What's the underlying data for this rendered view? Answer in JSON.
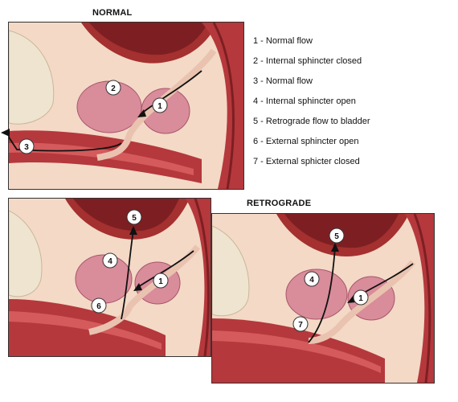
{
  "titles": {
    "normal": "NORMAL",
    "retrograde": "RETROGRADE"
  },
  "legend": [
    {
      "num": "1",
      "text": "Normal flow"
    },
    {
      "num": "2",
      "text": "Internal sphincter closed"
    },
    {
      "num": "3",
      "text": "Normal flow"
    },
    {
      "num": "4",
      "text": "Internal sphincter open"
    },
    {
      "num": "5",
      "text": "Retrograde flow to bladder"
    },
    {
      "num": "6",
      "text": "External sphincter open"
    },
    {
      "num": "7",
      "text": "External sphicter closed"
    }
  ],
  "separator": " - ",
  "panels": {
    "normal": {
      "labels": [
        "1",
        "2",
        "3"
      ]
    },
    "retro_left": {
      "labels": [
        "1",
        "4",
        "5",
        "6"
      ]
    },
    "retro_right": {
      "labels": [
        "1",
        "4",
        "5",
        "7"
      ]
    }
  },
  "colors": {
    "tissue": "#f3d9c6",
    "muscle": "#b5383c",
    "prostate": "#d98c9a",
    "bladder": "#a4302f",
    "flow_arrow": "#111111"
  }
}
